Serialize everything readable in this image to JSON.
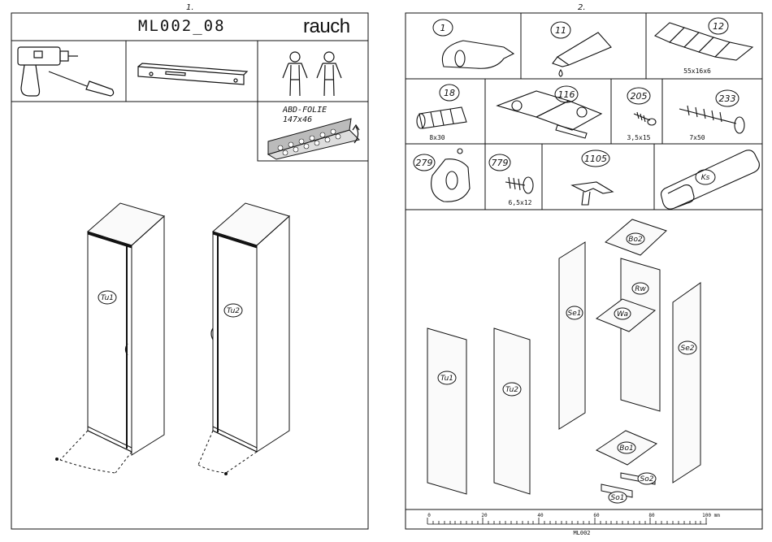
{
  "page1": {
    "number": "1.",
    "model": "ML002_08",
    "brand": "rauch",
    "foil_label": "ABD-FOLIE",
    "foil_size": "147x46",
    "doors": [
      "Tu1",
      "Tu2"
    ]
  },
  "page2": {
    "number": "2.",
    "parts": [
      {
        "id": "1",
        "size": ""
      },
      {
        "id": "11",
        "size": ""
      },
      {
        "id": "12",
        "size": "55x16x6"
      },
      {
        "id": "18",
        "size": "8x30"
      },
      {
        "id": "116",
        "size": ""
      },
      {
        "id": "205",
        "size": "3,5x15"
      },
      {
        "id": "233",
        "size": "7x50"
      },
      {
        "id": "279",
        "size": ""
      },
      {
        "id": "779",
        "size": "6,5x12"
      },
      {
        "id": "1105",
        "size": ""
      },
      {
        "id": "Ks",
        "size": ""
      }
    ],
    "panels": [
      "Bo2",
      "Rw",
      "Se1",
      "Wa",
      "Se2",
      "Tu1",
      "Tu2",
      "Bo1",
      "So2",
      "So1"
    ],
    "ruler": {
      "ticks": [
        "0",
        "20",
        "40",
        "60",
        "80",
        "100 mm"
      ],
      "code": "ML002"
    }
  }
}
